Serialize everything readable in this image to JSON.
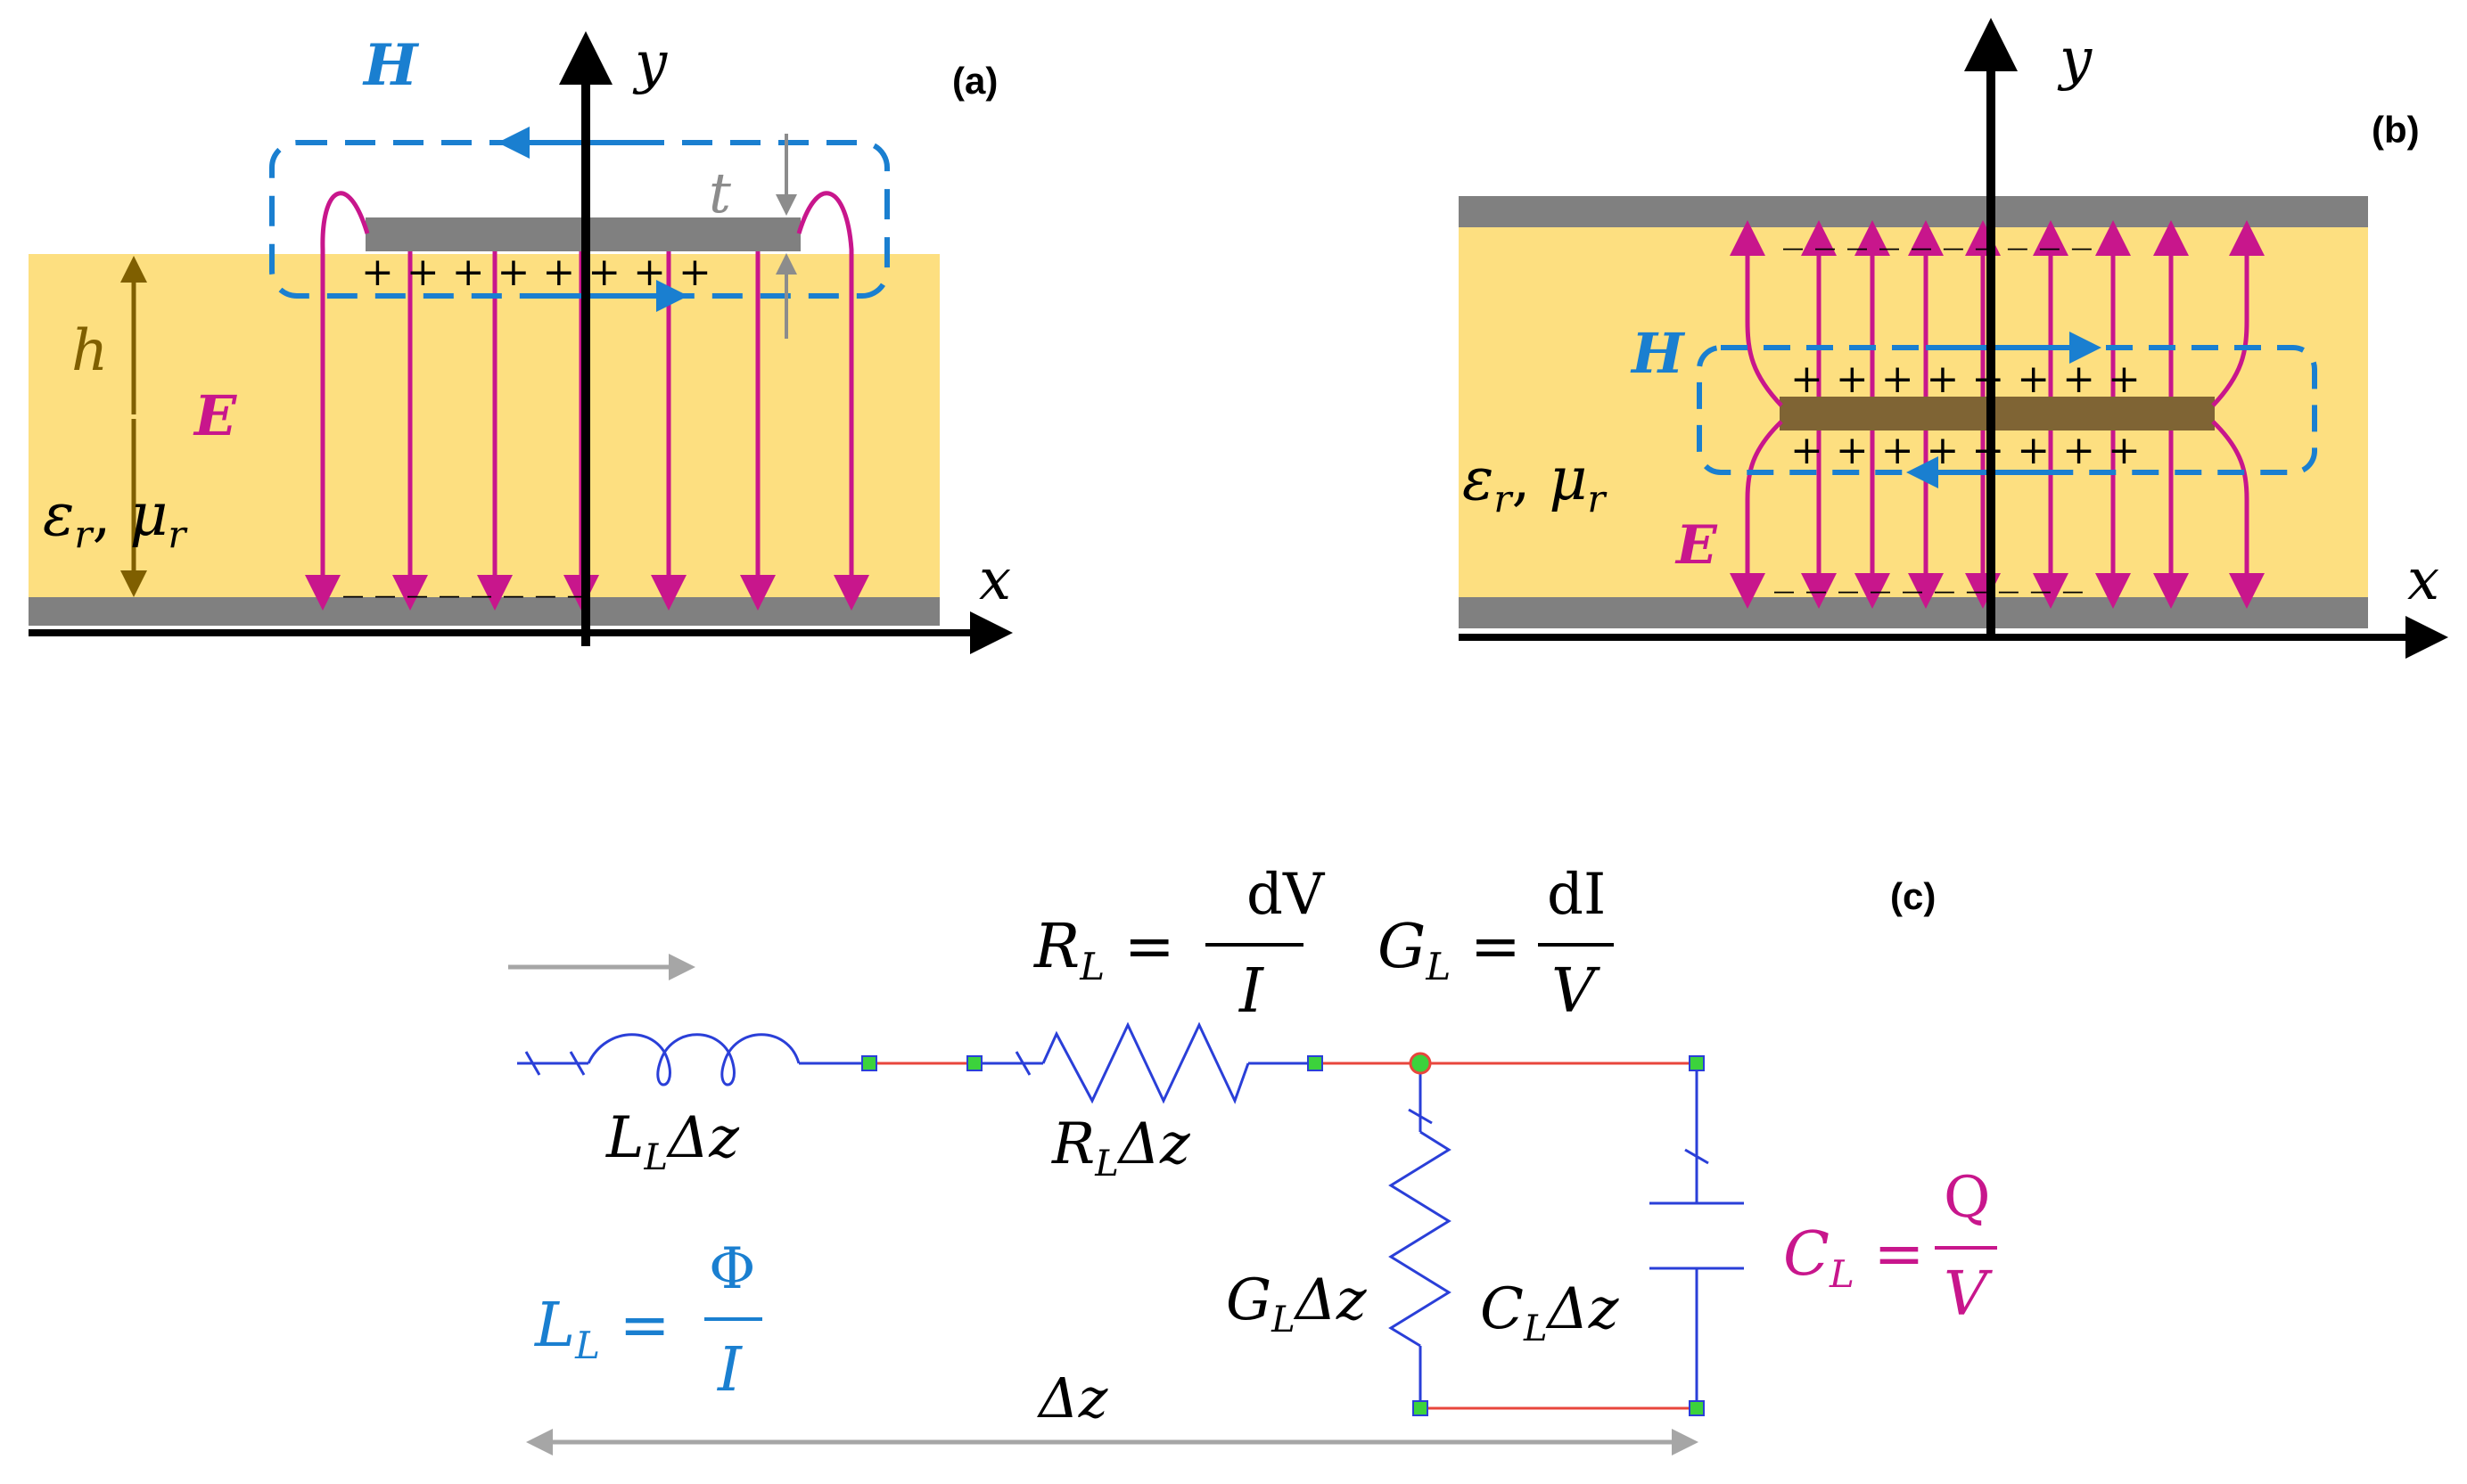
{
  "colors": {
    "substrate": "#FDDF80",
    "conductor": "#808080",
    "strip_b": "#7F6434",
    "e_field": "#C8168C",
    "h_field": "#1A7FD0",
    "axis": "#000000",
    "dim_h": "#7F5F00",
    "circuit_blue": "#2A3FD8",
    "circuit_red": "#E8463C",
    "node_green": "#3CD23C",
    "gray_arrow": "#A6A6A6"
  },
  "panel_a": {
    "tag": "(a)",
    "label_H": "H",
    "label_E": "E",
    "label_h": "h",
    "label_t": "t",
    "label_eps": "εr, μr",
    "eps_main": "ε",
    "eps_sub": "r",
    "eps_sep": ", ",
    "mu_main": "μ",
    "mu_sub": "r",
    "axis_x": "x",
    "axis_y": "y",
    "plus_charges": "+ + + + + + + +",
    "minus_charges": "_ _ _ _ _ _ _ _"
  },
  "panel_b": {
    "tag": "(b)",
    "label_H": "H",
    "label_E": "E",
    "eps_main": "ε",
    "eps_sub": "r",
    "eps_sep": ", ",
    "mu_main": "μ",
    "mu_sub": "r",
    "axis_x": "x",
    "axis_y": "y",
    "plus_top": "+ + + + + + + +",
    "plus_bottom": "+ + + + + + + +",
    "minus_top": "_ _ _ _ _ _ _ _ _ _",
    "minus_bottom": "_ _ _ _ _ _ _ _ _ _"
  },
  "panel_c": {
    "tag": "(c)",
    "RL_eq": {
      "lhs": "R",
      "sub": "L",
      "eq": " = ",
      "num": "dV",
      "den": "I"
    },
    "GL_eq": {
      "lhs": "G",
      "sub": "L",
      "eq": " = ",
      "num": "dI",
      "den": "V"
    },
    "LL_eq": {
      "lhs": "L",
      "sub": "L",
      "eq": " = ",
      "num": "Φ",
      "den": "I"
    },
    "CL_eq": {
      "lhs": "C",
      "sub": "L",
      "eq": " = ",
      "num": "Q",
      "den": "V"
    },
    "inductor_label": {
      "main": "L",
      "sub": "L",
      "tail": "Δz"
    },
    "resistor_label": {
      "main": "R",
      "sub": "L",
      "tail": "Δz"
    },
    "conductance_label": {
      "main": "G",
      "sub": "L",
      "tail": "Δz"
    },
    "capacitor_label": {
      "main": "C",
      "sub": "L",
      "tail": "Δz"
    },
    "dz_label": "Δz"
  }
}
